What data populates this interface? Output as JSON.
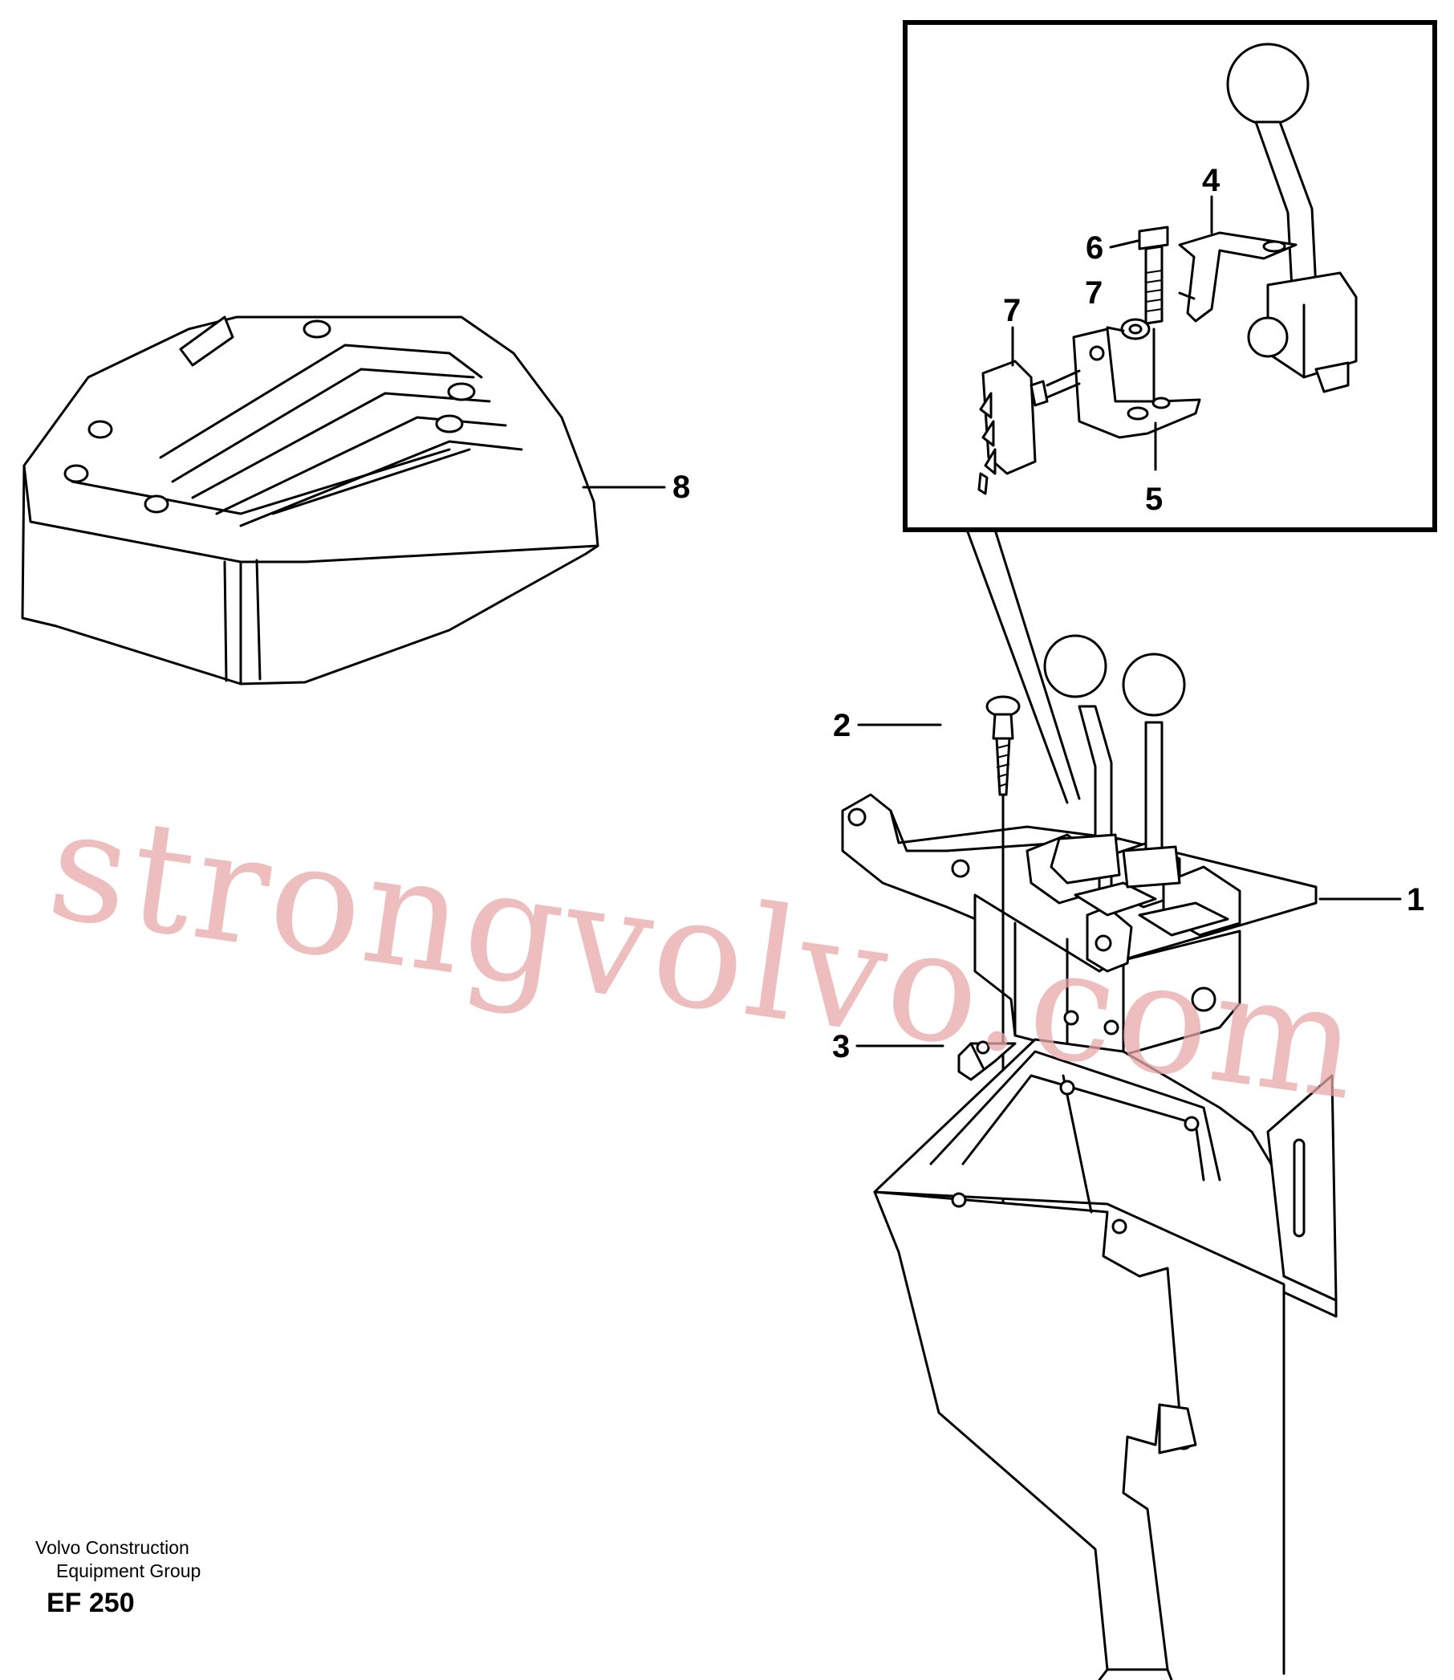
{
  "watermark": "strongvolvo.com",
  "callouts": [
    {
      "id": "1",
      "label": "1"
    },
    {
      "id": "2",
      "label": "2"
    },
    {
      "id": "3",
      "label": "3"
    },
    {
      "id": "4",
      "label": "4"
    },
    {
      "id": "5",
      "label": "5"
    },
    {
      "id": "6",
      "label": "6"
    },
    {
      "id": "7a",
      "label": "7"
    },
    {
      "id": "7b",
      "label": "7"
    },
    {
      "id": "8",
      "label": "8"
    }
  ],
  "footer": {
    "line1": "Volvo Construction",
    "line2": "Equipment Group",
    "code": "EF 250"
  }
}
